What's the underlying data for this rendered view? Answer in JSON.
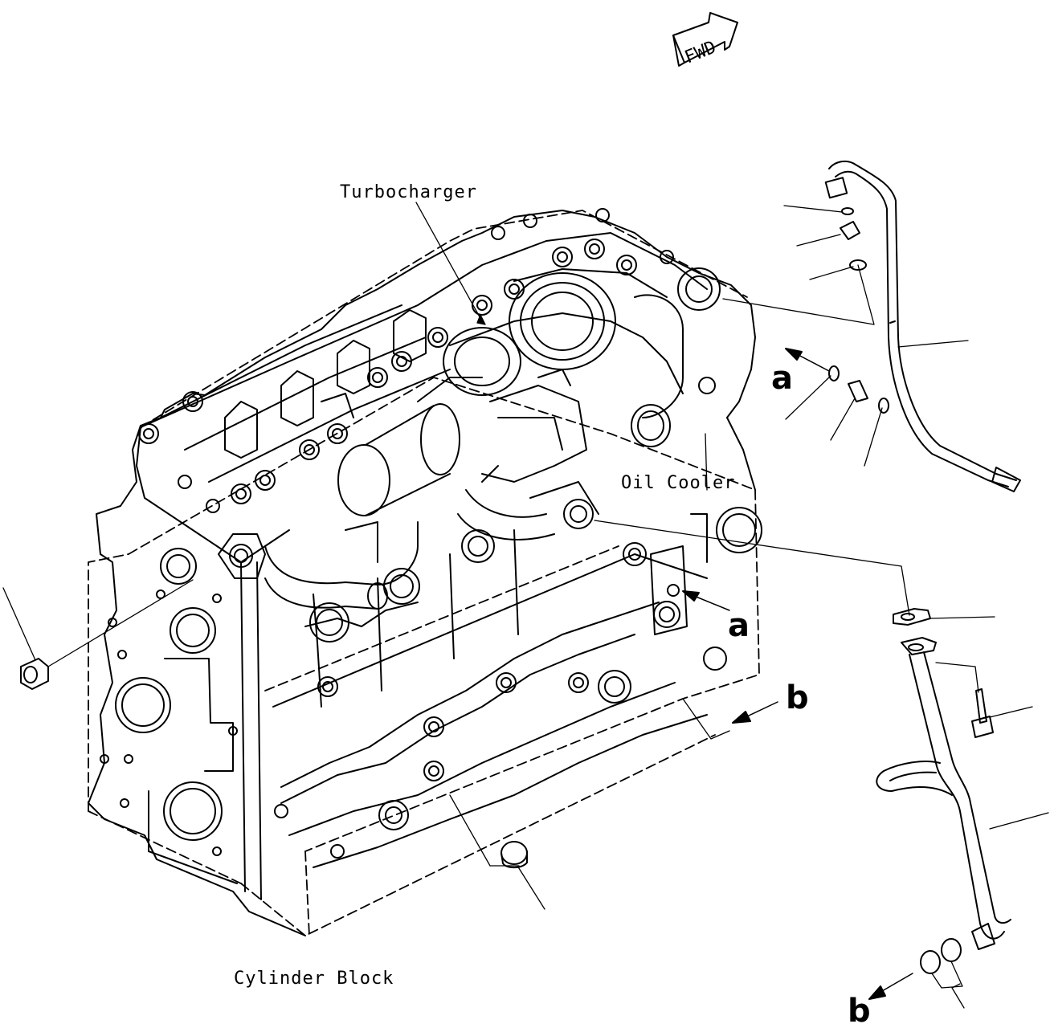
{
  "labels": {
    "fwd": "FWD",
    "turbocharger": "Turbocharger",
    "oil_cooler": "Oil Cooler",
    "cylinder_block": "Cylinder Block",
    "ref_a": "a",
    "ref_b": "b"
  }
}
